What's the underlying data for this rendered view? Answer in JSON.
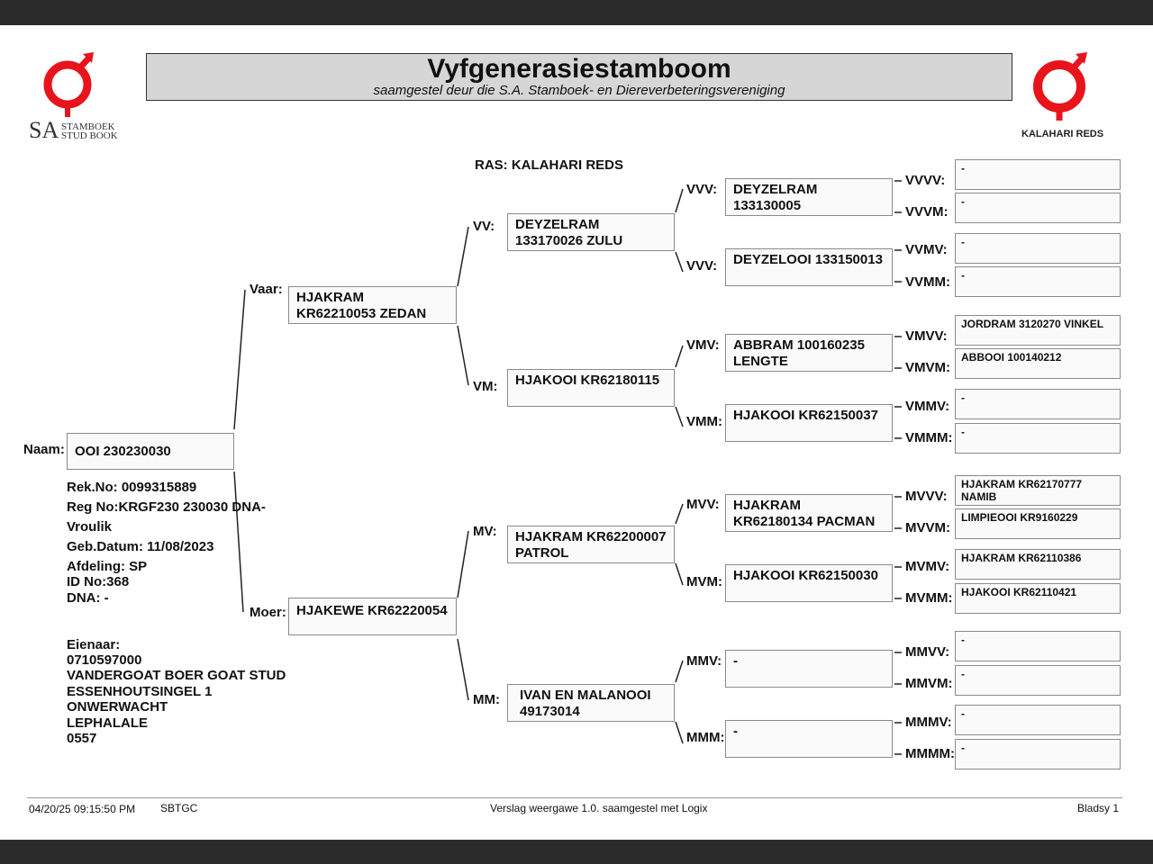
{
  "header": {
    "title": "Vyfgenerasiestamboom",
    "subtitle": "saamgestel deur die S.A. Stamboek- en Diereverbeteringsvereniging",
    "breed": "RAS: KALAHARI REDS",
    "logo_left": {
      "abbr": "SA",
      "line1": "STAMBOEK",
      "line2": "STUD BOOK"
    },
    "logo_right": {
      "text": "KALAHARI REDS"
    },
    "accent_color": "#e8141c"
  },
  "animal": {
    "name_label": "Naam:",
    "name": "OOI 230230030",
    "rek": "Rek.No: 0099315889",
    "reg": "Reg No:KRGF230 230030 DNA-",
    "sex": "Vroulik",
    "dob": "Geb.Datum: 11/08/2023",
    "afdeling": "Afdeling: SP",
    "id_no": "ID No:368",
    "dna": "DNA: -"
  },
  "owner": {
    "label": "Eienaar:",
    "number": "0710597000",
    "name": "VANDERGOAT BOER GOAT STUD",
    "street": "ESSENHOUTSINGEL 1",
    "area": "ONWERWACHT",
    "town": "LEPHALALE",
    "code": "0557"
  },
  "gen1": {
    "v": {
      "label": "Vaar:",
      "name": "HJAKRAM\nKR62210053 ZEDAN"
    },
    "m": {
      "label": "Moer:",
      "name": "HJAKEWE KR62220054"
    }
  },
  "gen2": {
    "vv": {
      "label": "VV:",
      "name": "DEYZELRAM\n133170026 ZULU"
    },
    "vm": {
      "label": "VM:",
      "name": "HJAKOOI KR62180115"
    },
    "mv": {
      "label": "MV:",
      "name": "HJAKRAM KR62200007\nPATROL"
    },
    "mm": {
      "label": "MM:",
      "name": "IVAN EN MALANOOI\n49173014"
    }
  },
  "gen3": {
    "vvv": {
      "label": "VVV:",
      "name": "DEYZELRAM\n133130005"
    },
    "vvm": {
      "label": "VVV:",
      "name": "DEYZELOOI 133150013"
    },
    "vmv": {
      "label": "VMV:",
      "name": "ABBRAM 100160235\nLENGTE"
    },
    "vmm": {
      "label": "VMM:",
      "name": "HJAKOOI KR62150037"
    },
    "mvv": {
      "label": "MVV:",
      "name": "HJAKRAM\nKR62180134 PACMAN"
    },
    "mvm": {
      "label": "MVM:",
      "name": "HJAKOOI KR62150030"
    },
    "mmv": {
      "label": "MMV:",
      "name": "-"
    },
    "mmm": {
      "label": "MMM:",
      "name": "-"
    }
  },
  "gen4": [
    {
      "label": "VVVV:",
      "name": "-"
    },
    {
      "label": "VVVM:",
      "name": "-"
    },
    {
      "label": "VVMV:",
      "name": "-"
    },
    {
      "label": "VVMM:",
      "name": "-"
    },
    {
      "label": "VMVV:",
      "name": "JORDRAM 3120270 VINKEL"
    },
    {
      "label": "VMVM:",
      "name": "ABBOOI 100140212"
    },
    {
      "label": "VMMV:",
      "name": "-"
    },
    {
      "label": "VMMM:",
      "name": "-"
    },
    {
      "label": "MVVV:",
      "name": "HJAKRAM KR62170777\nNAMIB"
    },
    {
      "label": "MVVM:",
      "name": "LIMPIEOOI KR9160229"
    },
    {
      "label": "MVMV:",
      "name": "HJAKRAM KR62110386"
    },
    {
      "label": "MVMM:",
      "name": "HJAKOOI KR62110421"
    },
    {
      "label": "MMVV:",
      "name": "-"
    },
    {
      "label": "MMVM:",
      "name": "-"
    },
    {
      "label": "MMMV:",
      "name": "-"
    },
    {
      "label": "MMMM:",
      "name": "-"
    }
  ],
  "footer": {
    "timestamp": "04/20/25 09:15:50 PM",
    "code": "SBTGC",
    "report": "Verslag weergawe 1.0. saamgestel met Logix",
    "page": "Bladsy 1"
  }
}
